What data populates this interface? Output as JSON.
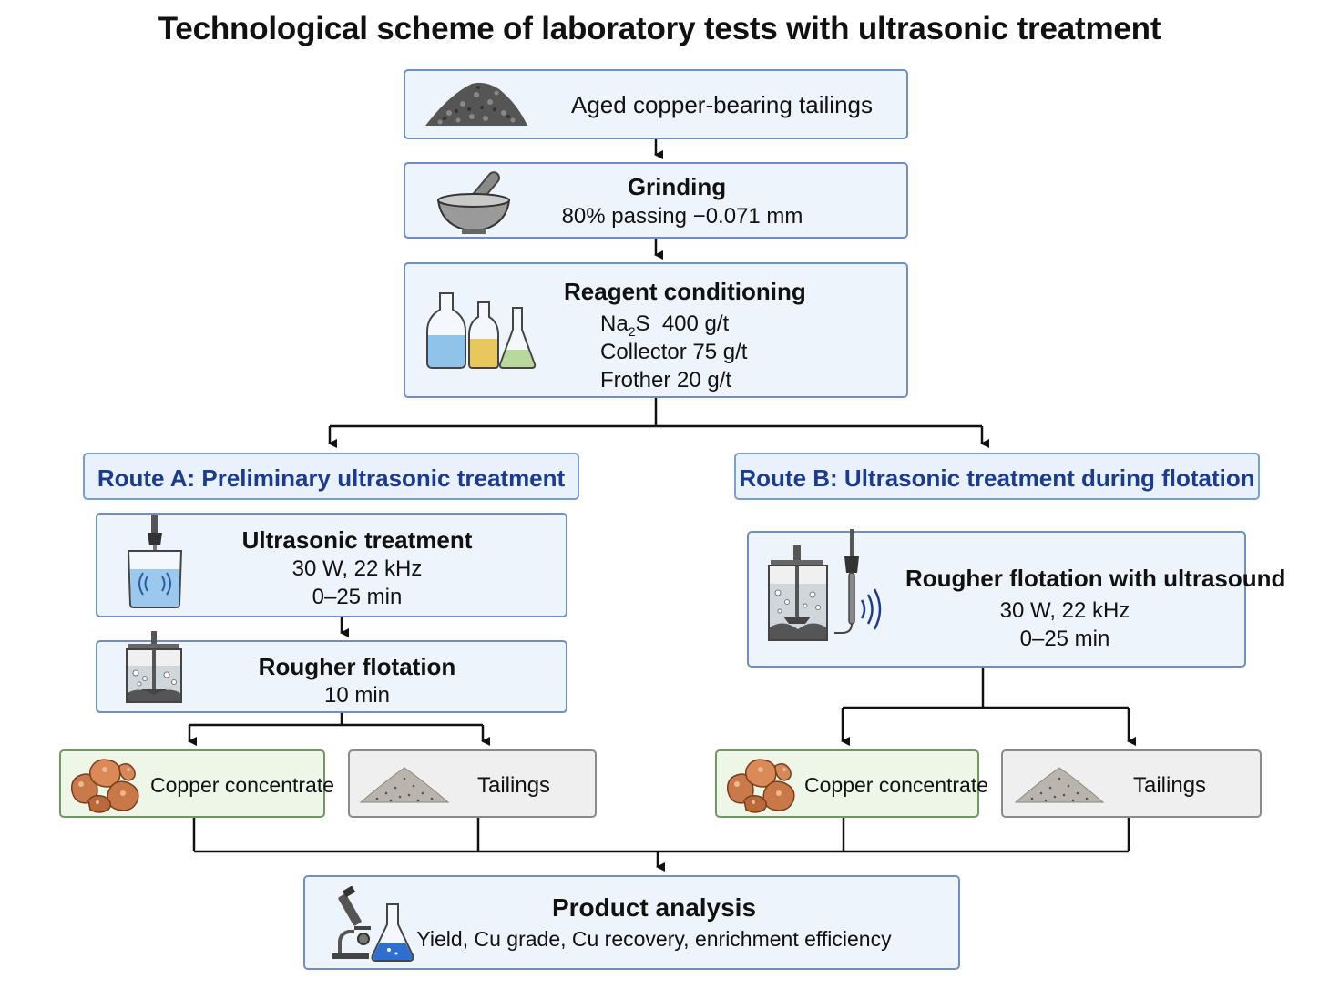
{
  "title": "Technological scheme of laboratory tests with ultrasonic treatment",
  "steps": {
    "tailings": {
      "label": "Aged copper-bearing tailings",
      "icon": "ore-pile-icon"
    },
    "grinding": {
      "label": "Grinding",
      "detail": "80% passing −0.071 mm",
      "icon": "mortar-pestle-icon"
    },
    "reagent": {
      "label": "Reagent conditioning",
      "na2s_prefix": "Na",
      "na2s_sub": "2",
      "na2s_suffix": "S  400 g/t",
      "collector": "Collector 75 g/t",
      "frother": "Frother 20 g/t",
      "icon": "flasks-icon"
    }
  },
  "route_a": {
    "title": "Route A: Preliminary ultrasonic treatment",
    "ultrasonic": {
      "label": "Ultrasonic treatment",
      "power": "30 W, 22 kHz",
      "time": "0–25 min",
      "icon": "ultrasonic-beaker-icon"
    },
    "flotation": {
      "label": "Rougher flotation",
      "time": "10 min",
      "icon": "flotation-cell-icon"
    },
    "concentrate": {
      "label": "Copper concentrate",
      "icon": "copper-nuggets-icon"
    },
    "tailings": {
      "label": "Tailings",
      "icon": "tailings-pile-icon"
    }
  },
  "route_b": {
    "title": "Route B: Ultrasonic treatment during flotation",
    "flotation": {
      "label": "Rougher flotation with ultrasound",
      "power": "30 W, 22 kHz",
      "time": "0–25 min",
      "icon": "flotation-ultrasound-icon"
    },
    "concentrate": {
      "label": "Copper concentrate",
      "icon": "copper-nuggets-icon"
    },
    "tailings": {
      "label": "Tailings",
      "icon": "tailings-pile-icon"
    }
  },
  "analysis": {
    "label": "Product analysis",
    "detail": "Yield, Cu grade, Cu recovery, enrichment efficiency",
    "icon": "microscope-flask-icon"
  },
  "colors": {
    "box_border": "#6f8fc2",
    "box_fill": "#eef4fc",
    "route_text": "#1b3b8f",
    "concentrate_border": "#6f9a5e",
    "tailings_border": "#8a8a8a"
  }
}
